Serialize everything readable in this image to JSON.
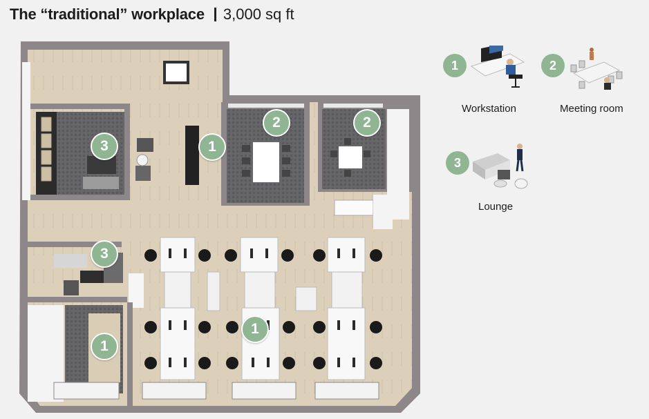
{
  "header": {
    "title": "The “traditional” workplace",
    "area": "3,000 sq ft"
  },
  "colors": {
    "badge": "#8fb592",
    "wall": "#8d8789",
    "floor_wood": "#d8ccb6",
    "carpet": "#6a6a6c",
    "background": "#f1f1f1"
  },
  "floorplan": {
    "badges": [
      {
        "number": "3",
        "zone": "lounge-top-left"
      },
      {
        "number": "1",
        "zone": "reception-desk"
      },
      {
        "number": "2",
        "zone": "meeting-room-large"
      },
      {
        "number": "2",
        "zone": "meeting-room-small"
      },
      {
        "number": "3",
        "zone": "lounge-left"
      },
      {
        "number": "1",
        "zone": "workstations-left"
      },
      {
        "number": "1",
        "zone": "workstations-center"
      }
    ]
  },
  "legend": {
    "items": [
      {
        "number": "1",
        "label": "Workstation",
        "icon": "workstation-icon"
      },
      {
        "number": "2",
        "label": "Meeting room",
        "icon": "meeting-room-icon"
      },
      {
        "number": "3",
        "label": "Lounge",
        "icon": "lounge-icon"
      }
    ]
  }
}
